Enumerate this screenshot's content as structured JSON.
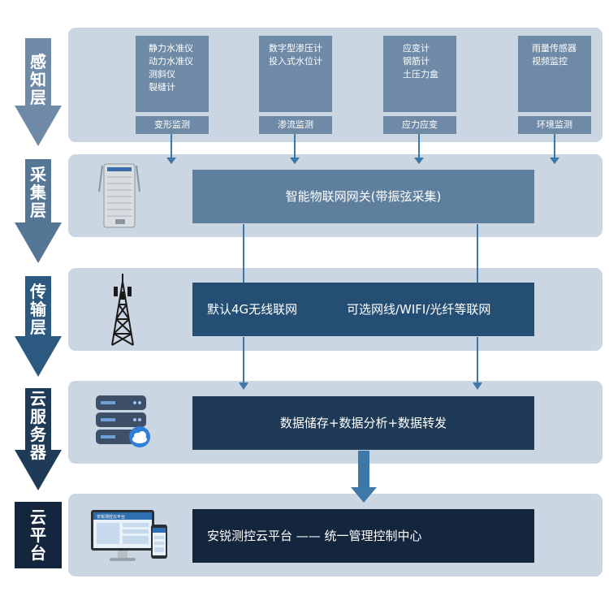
{
  "layers": [
    {
      "label": [
        "感",
        "知",
        "层"
      ]
    },
    {
      "label": [
        "采",
        "集",
        "层"
      ]
    },
    {
      "label": [
        "传",
        "输",
        "层"
      ]
    },
    {
      "label": [
        "云",
        "服",
        "务",
        "器"
      ]
    },
    {
      "label": [
        "云",
        "平",
        "台"
      ]
    }
  ],
  "sensors": [
    {
      "lines": [
        "静力水准仪",
        "动力水准仪",
        "测斜仪",
        "裂缝计"
      ],
      "category": "变形监测"
    },
    {
      "lines": [
        "数字型渗压计",
        "投入式水位计"
      ],
      "category": "渗流监测"
    },
    {
      "lines": [
        "应变计",
        "钢筋计",
        "土压力盒"
      ],
      "category": "应力应变"
    },
    {
      "lines": [
        "雨量传感器",
        "视频监控"
      ],
      "category": "环境监测"
    }
  ],
  "collection": {
    "text": "智能物联网网关(带振弦采集)"
  },
  "transmission": {
    "left": "默认4G无线联网",
    "right": "可选网线/WIFI/光纤等联网"
  },
  "cloud_server": {
    "text": "数据储存+数据分析+数据转发"
  },
  "platform": {
    "text": "安锐测控云平台 —— 统一管理控制中心",
    "screen_title": "安锐测控云平台"
  },
  "colors": {
    "panel": "#cbd6e3",
    "sensor_box": "#6f8aa6",
    "collection_box": "#5f7f9f",
    "transmission_box": "#244e73",
    "server_box": "#1e3a56",
    "platform_box": "#13263d",
    "connector": "#3d78a8"
  }
}
